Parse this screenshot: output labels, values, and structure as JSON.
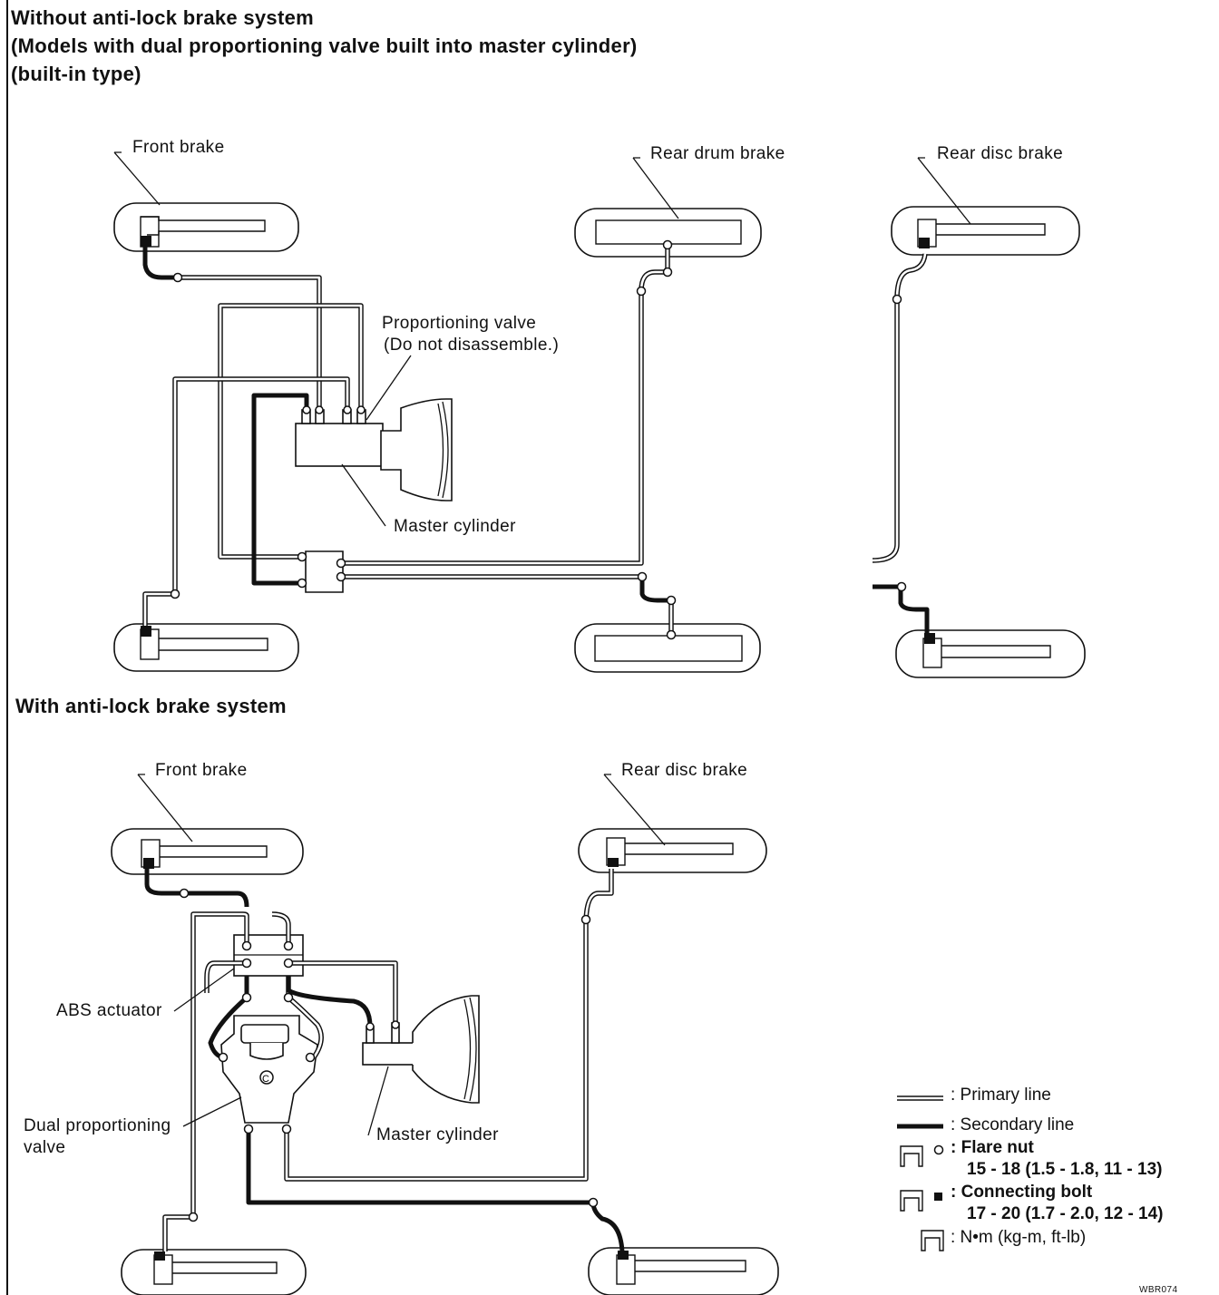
{
  "sections": {
    "without_abs": {
      "title_lines": [
        "Without anti-lock brake system",
        "(Models with dual proportioning valve built into master cylinder)",
        "(built-in type)"
      ],
      "labels": {
        "front_brake": "Front brake",
        "rear_drum_brake": "Rear drum brake",
        "rear_disc_brake": "Rear disc brake",
        "proportioning_valve_line1": "Proportioning valve",
        "proportioning_valve_line2": "(Do not disassemble.)",
        "master_cylinder": "Master cylinder"
      }
    },
    "with_abs": {
      "title": "With anti-lock brake system",
      "labels": {
        "front_brake": "Front brake",
        "rear_disc_brake": "Rear disc brake",
        "abs_actuator": "ABS actuator",
        "dual_proportioning_valve_line1": "Dual proportioning",
        "dual_proportioning_valve_line2": "valve",
        "master_cylinder": "Master cylinder"
      }
    }
  },
  "legend": {
    "primary_line": ": Primary line",
    "secondary_line": ": Secondary line",
    "flare_nut_label": ": Flare nut",
    "flare_nut_torque": "15 - 18 (1.5 - 1.8, 11 - 13)",
    "connecting_bolt_label": ": Connecting bolt",
    "connecting_bolt_torque": "17 - 20 (1.7 - 2.0, 12 - 14)",
    "units": ": N•m (kg-m, ft-lb)"
  },
  "figure_code": "WBR074"
}
